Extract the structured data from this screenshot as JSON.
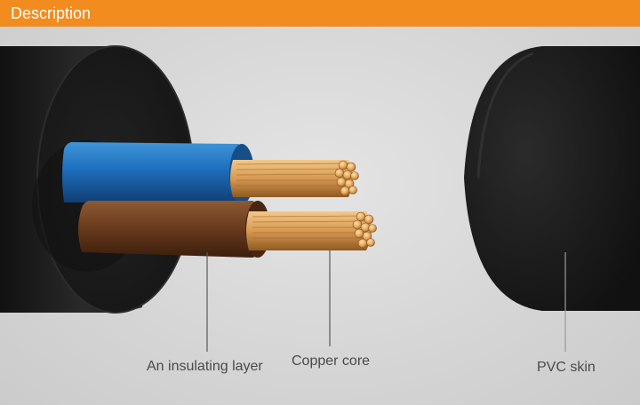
{
  "header": {
    "title": "Description"
  },
  "labels": {
    "insulating_layer": "An insulating layer",
    "copper_core": "Copper core",
    "pvc_skin": "PVC skin"
  },
  "colors": {
    "header_accent": "#f28c1e",
    "blue_insulation": "#1d6bb5",
    "brown_insulation": "#6a3a1d",
    "copper": "#d9a05c",
    "jacket": "#1e1e1e"
  }
}
